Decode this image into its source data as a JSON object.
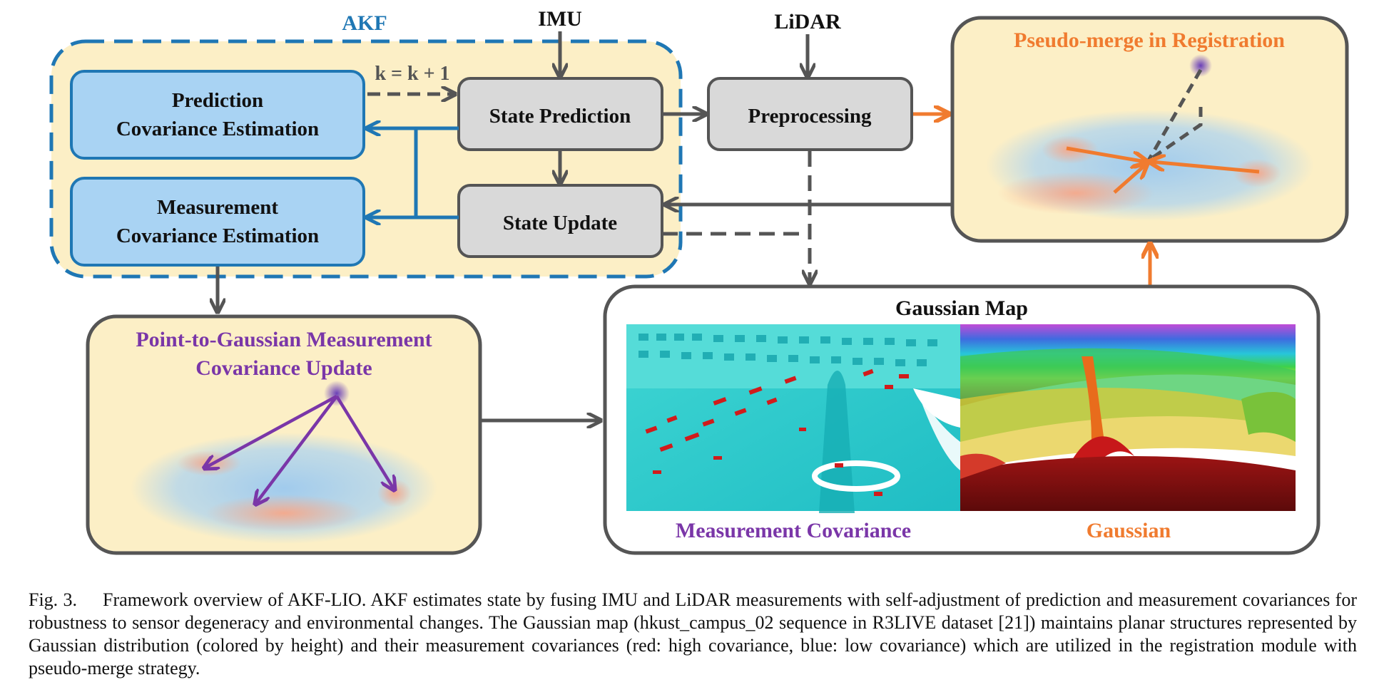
{
  "colors": {
    "akf_blue": "#1f77b4",
    "box_blue": "#a9d3f3",
    "box_grey": "#d9d9d9",
    "panel_yellow": "#fcefc6",
    "orange": "#f07b2f",
    "purple": "#7a36a8",
    "arrow_grey": "#555555"
  },
  "labels": {
    "akf": "AKF",
    "imu": "IMU",
    "lidar": "LiDAR",
    "k_update": "k = k + 1"
  },
  "boxes": {
    "prediction_cov": [
      "Prediction",
      "Covariance Estimation"
    ],
    "measurement_cov": [
      "Measurement",
      "Covariance Estimation"
    ],
    "state_prediction": "State Prediction",
    "state_update": "State Update",
    "preprocessing": "Preprocessing"
  },
  "panels": {
    "pseudo_merge_title": "Pseudo-merge in Registration",
    "p2g_title": [
      "Point-to-Gaussian Measurement",
      "Covariance Update"
    ],
    "gaussian_map_title": "Gaussian Map",
    "measurement_covariance_label": "Measurement Covariance",
    "gaussian_label": "Gaussian"
  },
  "caption": {
    "label": "Fig. 3.",
    "text": "Framework overview of AKF-LIO. AKF estimates state by fusing IMU and LiDAR measurements with self-adjustment of prediction and measurement covariances for robustness to sensor degeneracy and environmental changes. The Gaussian map (hkust_campus_02 sequence in R3LIVE dataset [21]) maintains planar structures represented by Gaussian distribution (colored by height) and their measurement covariances (red: high covariance, blue: low covariance) which are utilized in the registration module with pseudo-merge strategy."
  }
}
